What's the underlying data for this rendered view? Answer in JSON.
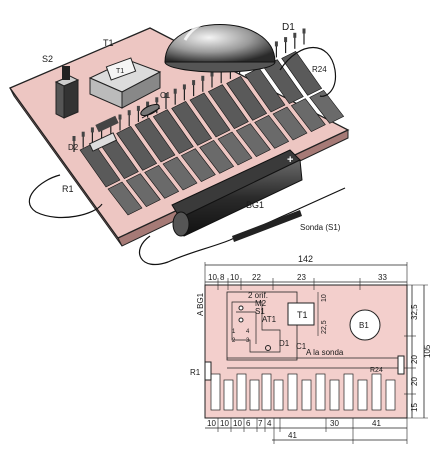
{
  "illustration": {
    "labels": {
      "d1": "D1",
      "s2": "S2",
      "t1": "T1",
      "r24": "R24",
      "c1": "C1",
      "d2": "D2",
      "r1": "R1",
      "bg1": "BG1",
      "probe": "Sonda (S1)"
    }
  },
  "drawing": {
    "dims_top": {
      "overall": "142",
      "d1": "10",
      "d2": "8",
      "d3": "10",
      "d4": "22",
      "d5": "23",
      "d6": "33"
    },
    "dims_right": {
      "d1": "32,5",
      "d2": "105",
      "d3": "20",
      "d4": "20",
      "d5": "15"
    },
    "dims_inner": {
      "v10": "10",
      "v225": "22,5"
    },
    "dims_bottom": {
      "d1": "10",
      "d2": "10",
      "d3": "10",
      "d4": "6",
      "d5": "7",
      "d6": "4",
      "d7": "30",
      "d8": "41",
      "d9": "41"
    },
    "labels": {
      "holes": "2 orif.",
      "m2": "M2",
      "s1": "S1",
      "at1": "AT1",
      "t1": "T1",
      "b1": "B1",
      "d1": "D1",
      "c1": "C1",
      "probe_note": "A la sonda",
      "r1": "R1",
      "r24": "R24",
      "bg1": "A BG1",
      "n1": "1",
      "n2": "2",
      "n3": "3",
      "n4": "4"
    }
  }
}
